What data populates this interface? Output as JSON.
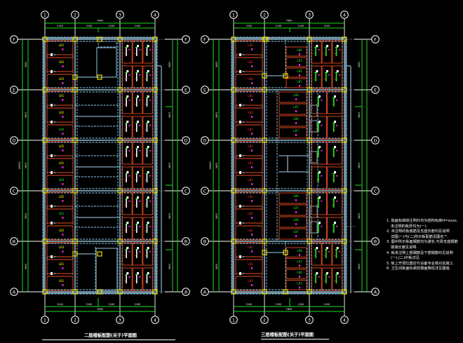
{
  "drawing": {
    "background": "#000000",
    "colors": {
      "grid_line": "#ffffff",
      "grid_bubble": "#ffffff",
      "dimension_line": "#22dd22",
      "dimension_text": "#ffffff",
      "beam_solid": "#6e8e9e",
      "beam_hidden": "#8fd0f0",
      "slab_edge": "#d2451e",
      "column": "#ffee00",
      "rebar_label_yellow": "#ffff00",
      "rebar_label_green": "#22ee22",
      "rebar_label_red": "#ff3b1e",
      "rebar_mark_magenta": "#ff22dd",
      "rebar_mark_cyan": "#1ea0d0",
      "text_white": "#ffffff"
    }
  },
  "plans": [
    {
      "id": "plan-2f",
      "title": "二层楼板配筋(关于)平面图",
      "column_axes": [
        "1",
        "2",
        "3",
        "4"
      ],
      "row_axes": [
        "F",
        "E",
        "D",
        "C",
        "B",
        "A"
      ],
      "top_dims": {
        "overall": "7800",
        "spans": [
          "2100",
          "2100",
          "2100",
          "2100"
        ]
      },
      "bottom_dims": {
        "overall": "7800",
        "spans": [
          "2100",
          "2100",
          "2100",
          "2100"
        ]
      },
      "side_dims": [
        "3600",
        "3600",
        "3600",
        "3600",
        "3600"
      ],
      "overall_side_dim": "18000",
      "left_bay_labels": [
        "LB1",
        "LB2",
        "LB3",
        "LB1",
        "LB2",
        "LB4",
        "LB5",
        "LB1",
        "LB4",
        "LB5",
        "LB1",
        "LB2",
        "LB3",
        "LB1"
      ],
      "left_bay_label_colors": [
        "yellow",
        "yellow",
        "yellow",
        "yellow",
        "yellow",
        "green",
        "yellow",
        "yellow",
        "green",
        "yellow",
        "green",
        "yellow",
        "yellow",
        "yellow"
      ]
    },
    {
      "id": "plan-3f",
      "title": "三层楼板配筋(关于)平面图",
      "column_axes": [
        "1",
        "2",
        "3",
        "4"
      ],
      "row_axes": [
        "F",
        "E",
        "D",
        "C",
        "B",
        "A"
      ],
      "top_dims": {
        "overall": "7800",
        "spans": [
          "2100",
          "2100",
          "2100",
          "2100"
        ]
      },
      "bottom_dims": {
        "overall": "7800",
        "spans": [
          "2100",
          "2100",
          "2100",
          "2100"
        ]
      },
      "side_dims": [
        "3600",
        "3600",
        "3600",
        "3600",
        "3600"
      ],
      "overall_side_dim": "18000",
      "left_bay_labels": [
        "LB1",
        "LB2",
        "LB3",
        "LB1",
        "LB3",
        "LB1",
        "LB1",
        "LB3",
        "LB1",
        "LB3",
        "LB1",
        "LB2",
        "LB1",
        "LB2"
      ],
      "left_bay_label_colors": [
        "red",
        "red",
        "red",
        "red",
        "red",
        "red",
        "red",
        "red",
        "red",
        "red",
        "red",
        "red",
        "red",
        "red"
      ],
      "mid_bay_labels": [
        "LB6",
        "LB7",
        "LB6",
        "LB7",
        "LB6",
        "LB7",
        "LB6",
        "LB7",
        "LB6",
        "LB7",
        "LB6",
        "LB7",
        "LB6",
        "LB7"
      ]
    }
  ],
  "notes": {
    "items": [
      {
        "num": "1.",
        "lines": [
          "板面标高除注明外均为结构标高H=xxxx,",
          "未注明的板厚均为(一)."
        ]
      },
      {
        "num": "2.",
        "lines": [
          "未注明的板底筋及支座负筋均见说明",
          "详图(一)与(二)所示板配筋见图名\"\"."
        ]
      },
      {
        "num": "3.",
        "lines": [
          "图中所示板面钢筋均为通长,与梁支座钢筋",
          "搭接长度见说明."
        ]
      },
      {
        "num": "4.",
        "lines": [
          "板未注明上部钢筋及下部钢筋均见说明",
          "(一),(二)中板详见."
        ]
      },
      {
        "num": "5.",
        "lines": [
          "板上开洞位置应与设备专业核对后施工."
        ]
      },
      {
        "num": "6.",
        "lines": [
          "卫生间板面标高较楼面降低详见建施."
        ]
      }
    ]
  }
}
